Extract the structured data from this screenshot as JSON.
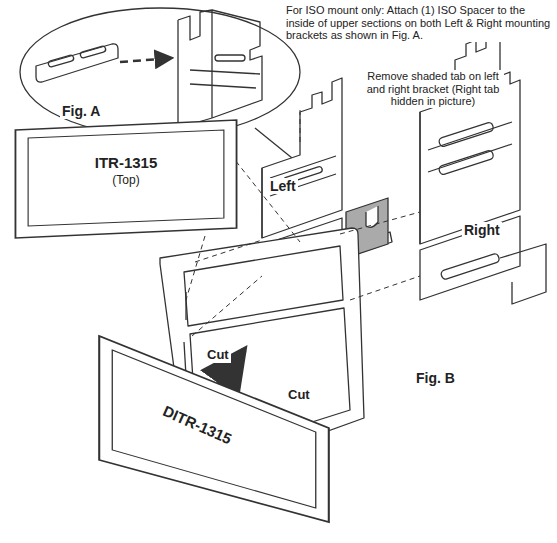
{
  "diagram": {
    "nodes": [
      {
        "text": [
          "ITR-1315",
          "(Top)"
        ]
      },
      {
        "text": [
          "DITR-1315"
        ]
      }
    ],
    "labels": [
      "For ISO mount only:  Attach (1) ISO Spacer to the inside of upper sections on both Left & Right mounting brackets as shown in Fig. A.",
      "Fig. A",
      "Remove shaded tab on left and right bracket (Right tab hidden in picture)",
      "Left",
      "Right",
      "Cut",
      "Cut",
      "Fig. B"
    ]
  }
}
